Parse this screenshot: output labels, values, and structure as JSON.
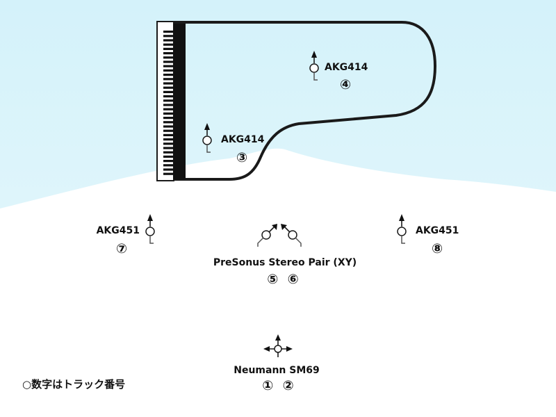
{
  "mics": {
    "m3": {
      "name": "AKG414",
      "tracks": "③"
    },
    "m4": {
      "name": "AKG414",
      "tracks": "④"
    },
    "m7": {
      "name": "AKG451",
      "tracks": "⑦"
    },
    "m8": {
      "name": "AKG451",
      "tracks": "⑧"
    },
    "xy": {
      "name": "PreSonus Stereo Pair (XY)",
      "tracks": "⑤  ⑥"
    },
    "sm69": {
      "name": "Neumann SM69",
      "tracks": "①  ②"
    }
  },
  "legend": {
    "text": "○数字はトラック番号"
  },
  "colors": {
    "sky_top": "#cdeff8",
    "sky_bottom": "#eaf8fc",
    "floor": "#ffffff",
    "outline": "#1a1a1a",
    "mic_body": "#ffffff"
  }
}
